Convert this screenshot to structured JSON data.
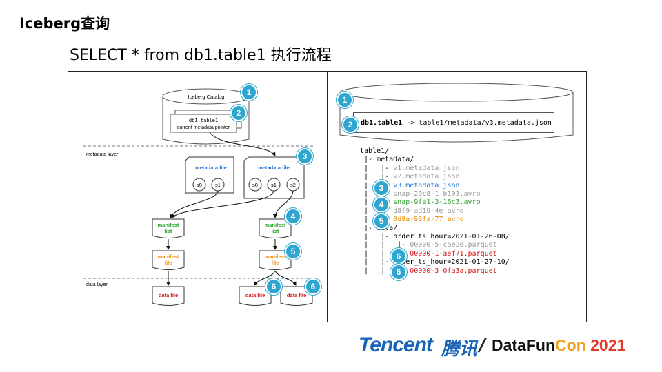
{
  "title": "Iceberg查询",
  "subtitle": "SELECT * from db1.table1 执行流程",
  "left": {
    "catalog_label": "Iceberg Catalog",
    "pointer_line1": "db1.table1",
    "pointer_line2": "current metadata pointer",
    "metadata_layer_label": "metadata layer",
    "data_layer_label": "data layer",
    "metadata_file_label": "metadata file",
    "snapshots_a": [
      "s0",
      "s1"
    ],
    "snapshots_b": [
      "s0",
      "s1",
      "s2"
    ],
    "manifest_list_l1": "manifest",
    "manifest_list_l2": "list",
    "manifest_file_l1": "manifest",
    "manifest_file_l2": "file",
    "data_file_label": "data file",
    "badges": [
      "1",
      "2",
      "3",
      "4",
      "5",
      "6",
      "6"
    ]
  },
  "right": {
    "db_name": "db1.table1",
    "db_path": " -> table1/metadata/v3.metadata.json",
    "badges": [
      "1",
      "2",
      "3",
      "4",
      "5",
      "6",
      "6"
    ],
    "tree": [
      {
        "prefix": "table1/",
        "text": "",
        "cls": ""
      },
      {
        "prefix": " |- metadata/",
        "text": "",
        "cls": ""
      },
      {
        "prefix": " |   |- ",
        "text": "v1.metadata.json",
        "cls": "grey"
      },
      {
        "prefix": " |   |- ",
        "text": "v2.metadata.json",
        "cls": "grey"
      },
      {
        "prefix": " |   |- ",
        "text": "v3.metadata.json",
        "cls": "blue"
      },
      {
        "prefix": " |   |- ",
        "text": "snap-29c8-1-b103.avro",
        "cls": "grey"
      },
      {
        "prefix": " |   |- ",
        "text": "snap-9fa1-3-16c3.avro",
        "cls": "green"
      },
      {
        "prefix": " |   |- ",
        "text": "d8f9-ad19-4e.avro",
        "cls": "grey"
      },
      {
        "prefix": " |   |- ",
        "text": "0d9a-98fa-77.avro",
        "cls": "orange"
      },
      {
        "prefix": " |- data/",
        "text": "",
        "cls": ""
      },
      {
        "prefix": " |   |- order_ts_hour=2021-01-26-08/",
        "text": "",
        "cls": ""
      },
      {
        "prefix": " |   |   |- ",
        "text": "00000-5-cae2d.parquet",
        "cls": "grey"
      },
      {
        "prefix": " |   |   |- ",
        "text": "00000-1-aef71.parquet",
        "cls": "red"
      },
      {
        "prefix": " |   |- order_ts_hour=2021-01-27-10/",
        "text": "",
        "cls": ""
      },
      {
        "prefix": " |   |   |- ",
        "text": "00000-3-0fa3a.parquet",
        "cls": "red"
      }
    ]
  },
  "footer": {
    "tencent": "Tencent",
    "tencent_cn": "腾讯",
    "slash": "/",
    "datafun_a": "DataFun",
    "datafun_b": "Con",
    "datafun_c": "2021"
  },
  "colors": {
    "badge": "#2fa6cf",
    "blue": "#1f6fd1",
    "green": "#2aa12a",
    "orange": "#f08a00",
    "red": "#d01818"
  }
}
